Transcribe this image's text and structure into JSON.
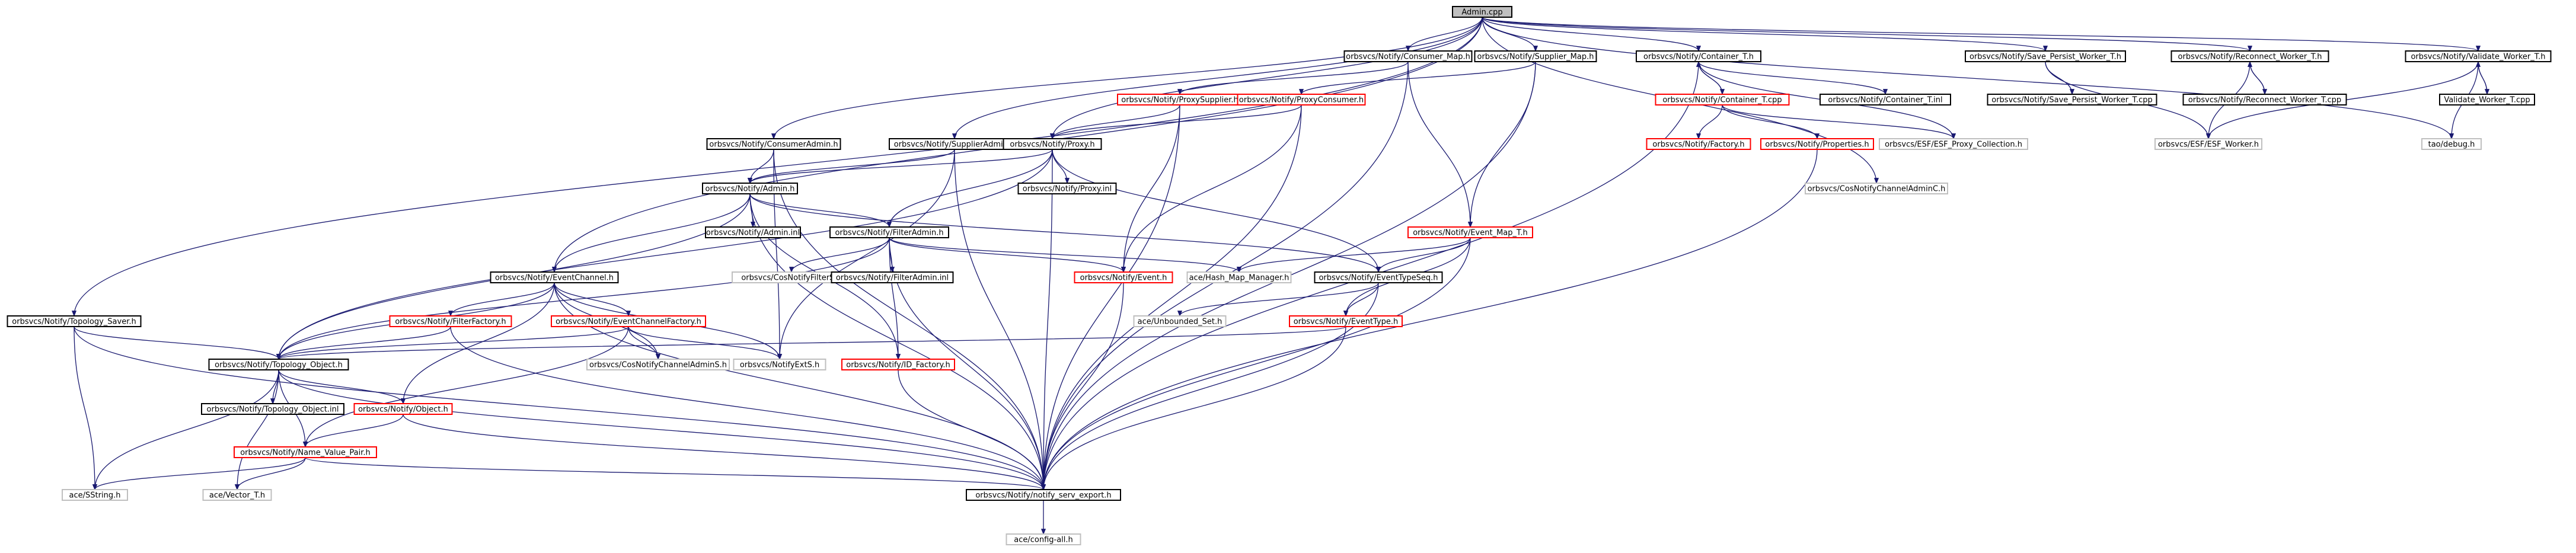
{
  "colors": {
    "edge_include": "#191970",
    "edge_red": "#e14b4b",
    "edge_green": "#008000",
    "node_border_black": "#000000",
    "node_border_red": "#ff0000",
    "node_border_grey": "#bfbfbf",
    "root_fill": "#bfbfbf",
    "node_fill": "#ffffff"
  },
  "nodes": [
    {
      "id": "admin_cpp",
      "label": "Admin.cpp",
      "style": "root"
    },
    {
      "id": "consumer_map_h",
      "label": "orbsvcs/Notify/Consumer_Map.h",
      "style": "black"
    },
    {
      "id": "supplier_map_h",
      "label": "orbsvcs/Notify/Supplier_Map.h",
      "style": "black"
    },
    {
      "id": "container_t_h",
      "label": "orbsvcs/Notify/Container_T.h",
      "style": "black"
    },
    {
      "id": "save_persist_worker_h",
      "label": "orbsvcs/Notify/Save_Persist_Worker_T.h",
      "style": "black"
    },
    {
      "id": "reconnect_worker_h",
      "label": "orbsvcs/Notify/Reconnect_Worker_T.h",
      "style": "black"
    },
    {
      "id": "validate_worker_h",
      "label": "orbsvcs/Notify/Validate_Worker_T.h",
      "style": "black"
    },
    {
      "id": "proxysupplier_h",
      "label": "orbsvcs/Notify/ProxySupplier.h",
      "style": "red"
    },
    {
      "id": "proxyconsumer_h",
      "label": "orbsvcs/Notify/ProxyConsumer.h",
      "style": "red"
    },
    {
      "id": "container_t_cpp",
      "label": "orbsvcs/Notify/Container_T.cpp",
      "style": "red"
    },
    {
      "id": "container_t_inl",
      "label": "orbsvcs/Notify/Container_T.inl",
      "style": "black"
    },
    {
      "id": "save_persist_worker_cpp",
      "label": "orbsvcs/Notify/Save_Persist_Worker_T.cpp",
      "style": "black"
    },
    {
      "id": "reconnect_worker_cpp",
      "label": "orbsvcs/Notify/Reconnect_Worker_T.cpp",
      "style": "black"
    },
    {
      "id": "validate_worker_cpp",
      "label": "Validate_Worker_T.cpp",
      "style": "black"
    },
    {
      "id": "consumeradmin_h",
      "label": "orbsvcs/Notify/ConsumerAdmin.h",
      "style": "black"
    },
    {
      "id": "supplieradmin_h",
      "label": "orbsvcs/Notify/SupplierAdmin.h",
      "style": "black"
    },
    {
      "id": "proxy_h",
      "label": "orbsvcs/Notify/Proxy.h",
      "style": "black"
    },
    {
      "id": "factory_h",
      "label": "orbsvcs/Notify/Factory.h",
      "style": "red"
    },
    {
      "id": "properties_h",
      "label": "orbsvcs/Notify/Properties.h",
      "style": "red"
    },
    {
      "id": "esf_proxy_collection_h",
      "label": "orbsvcs/ESF/ESF_Proxy_Collection.h",
      "style": "grey"
    },
    {
      "id": "esf_worker_h",
      "label": "orbsvcs/ESF/ESF_Worker.h",
      "style": "grey"
    },
    {
      "id": "tao_debug_h",
      "label": "tao/debug.h",
      "style": "grey"
    },
    {
      "id": "admin_h",
      "label": "orbsvcs/Notify/Admin.h",
      "style": "black"
    },
    {
      "id": "proxy_inl",
      "label": "orbsvcs/Notify/Proxy.inl",
      "style": "black"
    },
    {
      "id": "cosnotifychanneladminc_h",
      "label": "orbsvcs/CosNotifyChannelAdminC.h",
      "style": "grey"
    },
    {
      "id": "admin_inl",
      "label": "orbsvcs/Notify/Admin.inl",
      "style": "black"
    },
    {
      "id": "event_map_t_h",
      "label": "orbsvcs/Notify/Event_Map_T.h",
      "style": "red"
    },
    {
      "id": "filteradmin_h",
      "label": "orbsvcs/Notify/FilterAdmin.h",
      "style": "black"
    },
    {
      "id": "eventchannel_h",
      "label": "orbsvcs/Notify/EventChannel.h",
      "style": "black"
    },
    {
      "id": "cosnotifyfilters_h",
      "label": "orbsvcs/CosNotifyFilterS.h",
      "style": "grey"
    },
    {
      "id": "filteradmin_inl",
      "label": "orbsvcs/Notify/FilterAdmin.inl",
      "style": "black"
    },
    {
      "id": "event_h",
      "label": "orbsvcs/Notify/Event.h",
      "style": "red"
    },
    {
      "id": "hash_map_manager_h",
      "label": "ace/Hash_Map_Manager.h",
      "style": "grey"
    },
    {
      "id": "eventtypeseq_h",
      "label": "orbsvcs/Notify/EventTypeSeq.h",
      "style": "black"
    },
    {
      "id": "topology_saver_h",
      "label": "orbsvcs/Notify/Topology_Saver.h",
      "style": "black"
    },
    {
      "id": "filterfactory_h",
      "label": "orbsvcs/Notify/FilterFactory.h",
      "style": "red"
    },
    {
      "id": "eventchannelfactory_h",
      "label": "orbsvcs/Notify/EventChannelFactory.h",
      "style": "red"
    },
    {
      "id": "unbounded_set_h",
      "label": "ace/Unbounded_Set.h",
      "style": "grey"
    },
    {
      "id": "eventtype_h",
      "label": "orbsvcs/Notify/EventType.h",
      "style": "red"
    },
    {
      "id": "topology_object_h",
      "label": "orbsvcs/Notify/Topology_Object.h",
      "style": "black"
    },
    {
      "id": "cosnotifychanneladmins_h",
      "label": "orbsvcs/CosNotifyChannelAdminS.h",
      "style": "grey"
    },
    {
      "id": "notifyexts_h",
      "label": "orbsvcs/NotifyExtS.h",
      "style": "grey"
    },
    {
      "id": "id_factory_h",
      "label": "orbsvcs/Notify/ID_Factory.h",
      "style": "red"
    },
    {
      "id": "topology_object_inl",
      "label": "orbsvcs/Notify/Topology_Object.inl",
      "style": "black"
    },
    {
      "id": "object_h",
      "label": "orbsvcs/Notify/Object.h",
      "style": "red"
    },
    {
      "id": "name_value_pair_h",
      "label": "orbsvcs/Notify/Name_Value_Pair.h",
      "style": "red"
    },
    {
      "id": "sstring_h",
      "label": "ace/SString.h",
      "style": "grey"
    },
    {
      "id": "vector_t_h",
      "label": "ace/Vector_T.h",
      "style": "grey"
    },
    {
      "id": "notify_serv_export_h",
      "label": "orbsvcs/Notify/notify_serv_export.h",
      "style": "black"
    },
    {
      "id": "config_all_h",
      "label": "ace/config-all.h",
      "style": "grey"
    }
  ]
}
